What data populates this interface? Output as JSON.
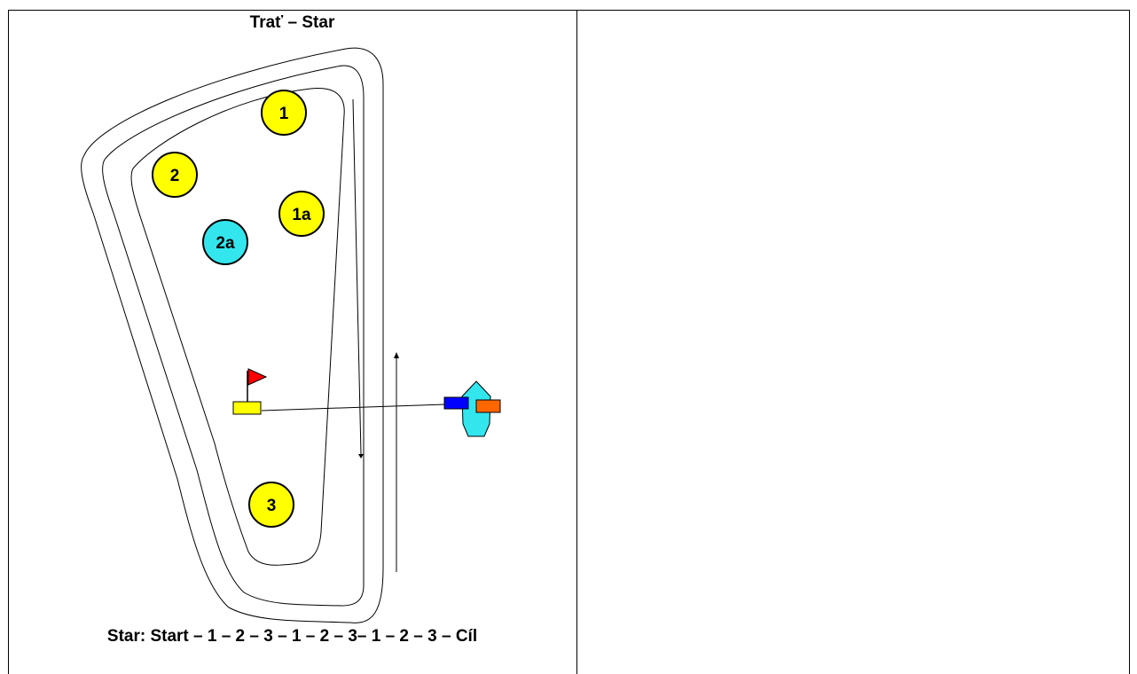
{
  "diagram": {
    "title": "Trať – Star",
    "sequence": "Star: Start – 1 – 2 – 3 – 1 – 2 – 3– 1 – 2 – 3 – Cíl",
    "marks": [
      {
        "id": "1",
        "label": "1",
        "color": "#ffff00"
      },
      {
        "id": "2",
        "label": "2",
        "color": "#ffff00"
      },
      {
        "id": "1a",
        "label": "1a",
        "color": "#ffff00"
      },
      {
        "id": "2a",
        "label": "2a",
        "color": "#33e6ee"
      },
      {
        "id": "3",
        "label": "3",
        "color": "#ffff00"
      }
    ],
    "colors": {
      "start_flag": "#ff0000",
      "start_buoy": "#ffff00",
      "committee_boat": "#33e6ee",
      "blue_flag": "#0000ff",
      "orange_flag": "#ff6600"
    }
  }
}
